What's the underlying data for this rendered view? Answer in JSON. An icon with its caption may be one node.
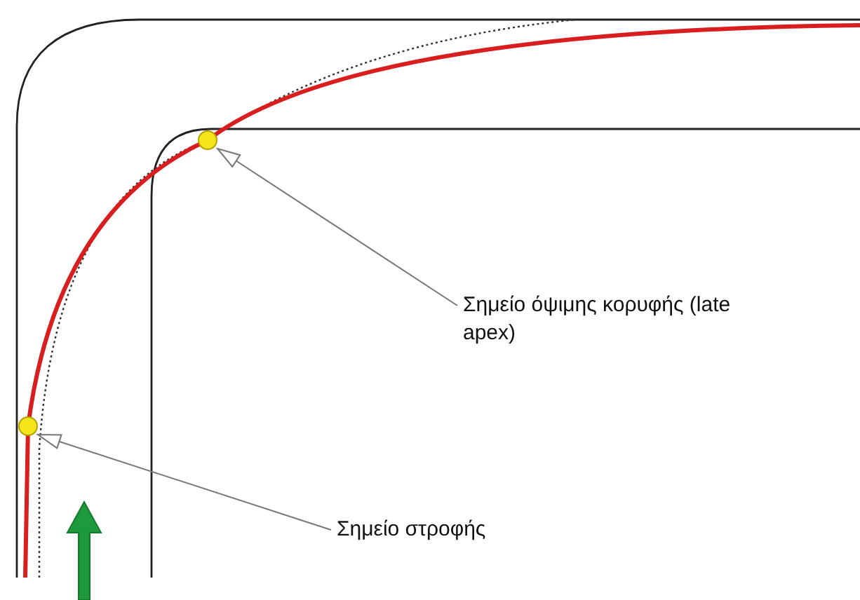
{
  "diagram": {
    "nodes": [
      {
        "text": [],
        "shape": "circle"
      },
      {
        "text": [
          "Σημείο όψιμης κορυφής (late apex)"
        ]
      },
      {
        "text": [],
        "shape": "circle"
      },
      {
        "text": [
          "Σημείο στροφής"
        ]
      }
    ],
    "edges": [
      {
        "from": 1,
        "to": 0,
        "arrow": "to"
      },
      {
        "from": 3,
        "to": 2,
        "arrow": "to"
      }
    ]
  }
}
